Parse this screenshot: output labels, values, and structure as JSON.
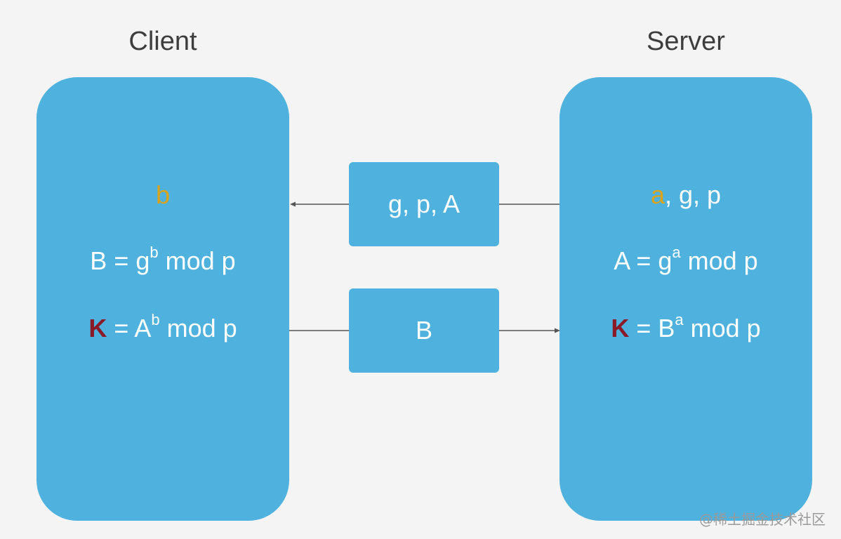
{
  "client": {
    "title": "Client",
    "secret": "b",
    "public_lhs": "B",
    "public_eq": " = g",
    "public_exp": "b",
    "public_tail": " mod p",
    "key_lhs": "K",
    "key_eq": " = A",
    "key_exp": "b",
    "key_tail": " mod p"
  },
  "server": {
    "title": "Server",
    "secret": "a",
    "params_tail": ", g, p",
    "public_lhs": "A",
    "public_eq": " = g",
    "public_exp": "a",
    "public_tail": " mod p",
    "key_lhs": "K",
    "key_eq": " = B",
    "key_exp": "a",
    "key_tail": " mod p"
  },
  "messages": {
    "server_to_client": "g, p, A",
    "client_to_server": "B"
  },
  "watermark": "@稀土掘金技术社区",
  "colors": {
    "box": "#4fb1dd",
    "secret": "#d9a41c",
    "key": "#8b1a28",
    "background": "#f4f4f4"
  }
}
